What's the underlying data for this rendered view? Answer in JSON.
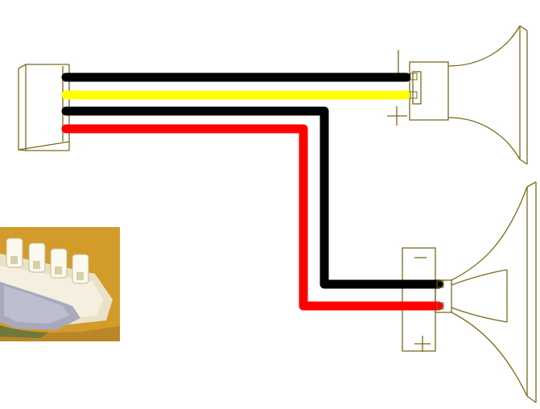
{
  "colors": {
    "outline": "#7a6a1c",
    "wire_black": "#000000",
    "wire_yellow": "#ffff00",
    "wire_red": "#ff0000",
    "photo_background": "#d39b2a",
    "photo_connector": "#efe9d6"
  },
  "wires": [
    {
      "name": "wire-black-top",
      "color": "black"
    },
    {
      "name": "wire-yellow",
      "color": "yellow"
    },
    {
      "name": "wire-black-lower",
      "color": "black"
    },
    {
      "name": "wire-red",
      "color": "red"
    }
  ],
  "icons": {
    "top_horn": "horn-speaker-icon",
    "bottom_horn": "horn-speaker-icon",
    "connector": "wire-connector-icon",
    "photo": "terminal-block-photo"
  }
}
